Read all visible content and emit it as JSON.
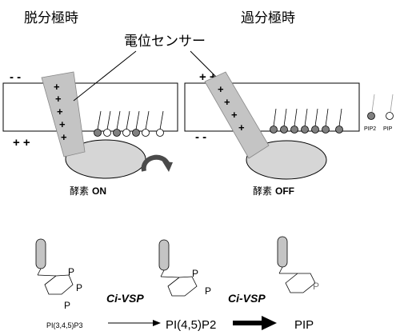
{
  "panels": {
    "left_title": "脱分極時",
    "right_title": "過分極時",
    "sensor_label": "電位センサー",
    "left_outer_charge": "- -",
    "left_inner_charge": "+ +",
    "right_outer_charge": "+ +",
    "right_inner_charge": "- -",
    "sensor_left_charges": [
      "+",
      "+",
      "+",
      "+",
      "+"
    ],
    "sensor_right_charges": [
      "+",
      "+",
      "+",
      "+"
    ],
    "enzyme_left": {
      "prefix": "酵素",
      "state": "ON"
    },
    "enzyme_right": {
      "prefix": "酵素",
      "state": "OFF"
    },
    "legend": {
      "pip2": "PIP2",
      "pip": "PIP"
    }
  },
  "reaction": {
    "phosphate": "P",
    "step1_reactant": "PI(3,4,5)P3",
    "enzyme_name": "Ci-VSP",
    "step1_product": "PI(4,5)P2",
    "step2_product": "PIP"
  },
  "colors": {
    "sensor_gray": "#c4c4c4",
    "enzyme_gray": "#d6d6d6",
    "pip2_gray": "#808080",
    "arrow_gray": "#4a4a4a"
  }
}
